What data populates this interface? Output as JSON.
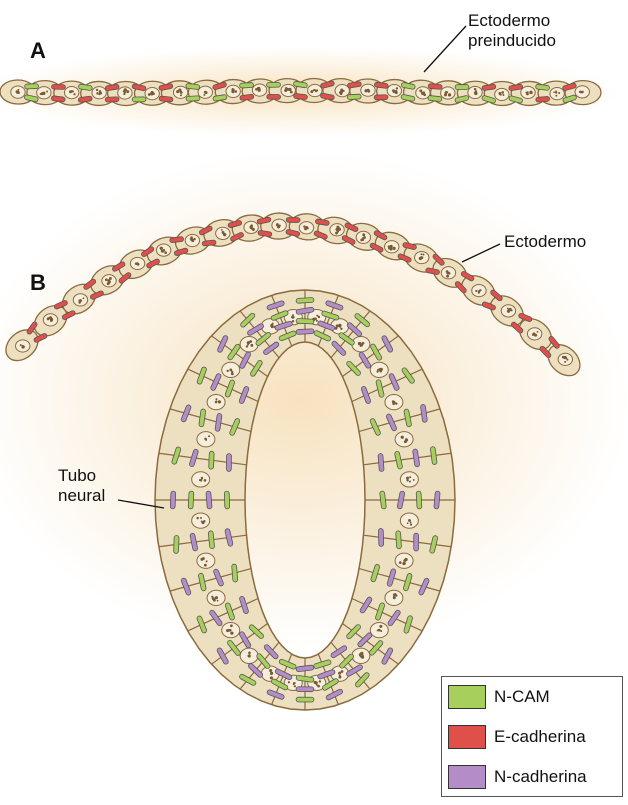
{
  "panel_a": {
    "letter": "A",
    "callout": [
      "Ectodermo",
      "preinducido"
    ]
  },
  "panel_b": {
    "letter": "B",
    "callout_ectoderm": "Ectodermo",
    "callout_tube": [
      "Tubo",
      "neural"
    ]
  },
  "legend": {
    "items": [
      {
        "label": "N-CAM",
        "color": "#a6cf5b"
      },
      {
        "label": "E-cadherina",
        "color": "#e0504a"
      },
      {
        "label": "N-cadherina",
        "color": "#b48cc8"
      }
    ]
  },
  "colors": {
    "cell_fill": "#ede0c0",
    "cell_stroke": "#8b6a3e",
    "nucleus_fill": "#f6eedd",
    "glow": "#f7e4c2",
    "ncam": "#a6cf5b",
    "ecad": "#e0504a",
    "ncad": "#b48cc8"
  }
}
